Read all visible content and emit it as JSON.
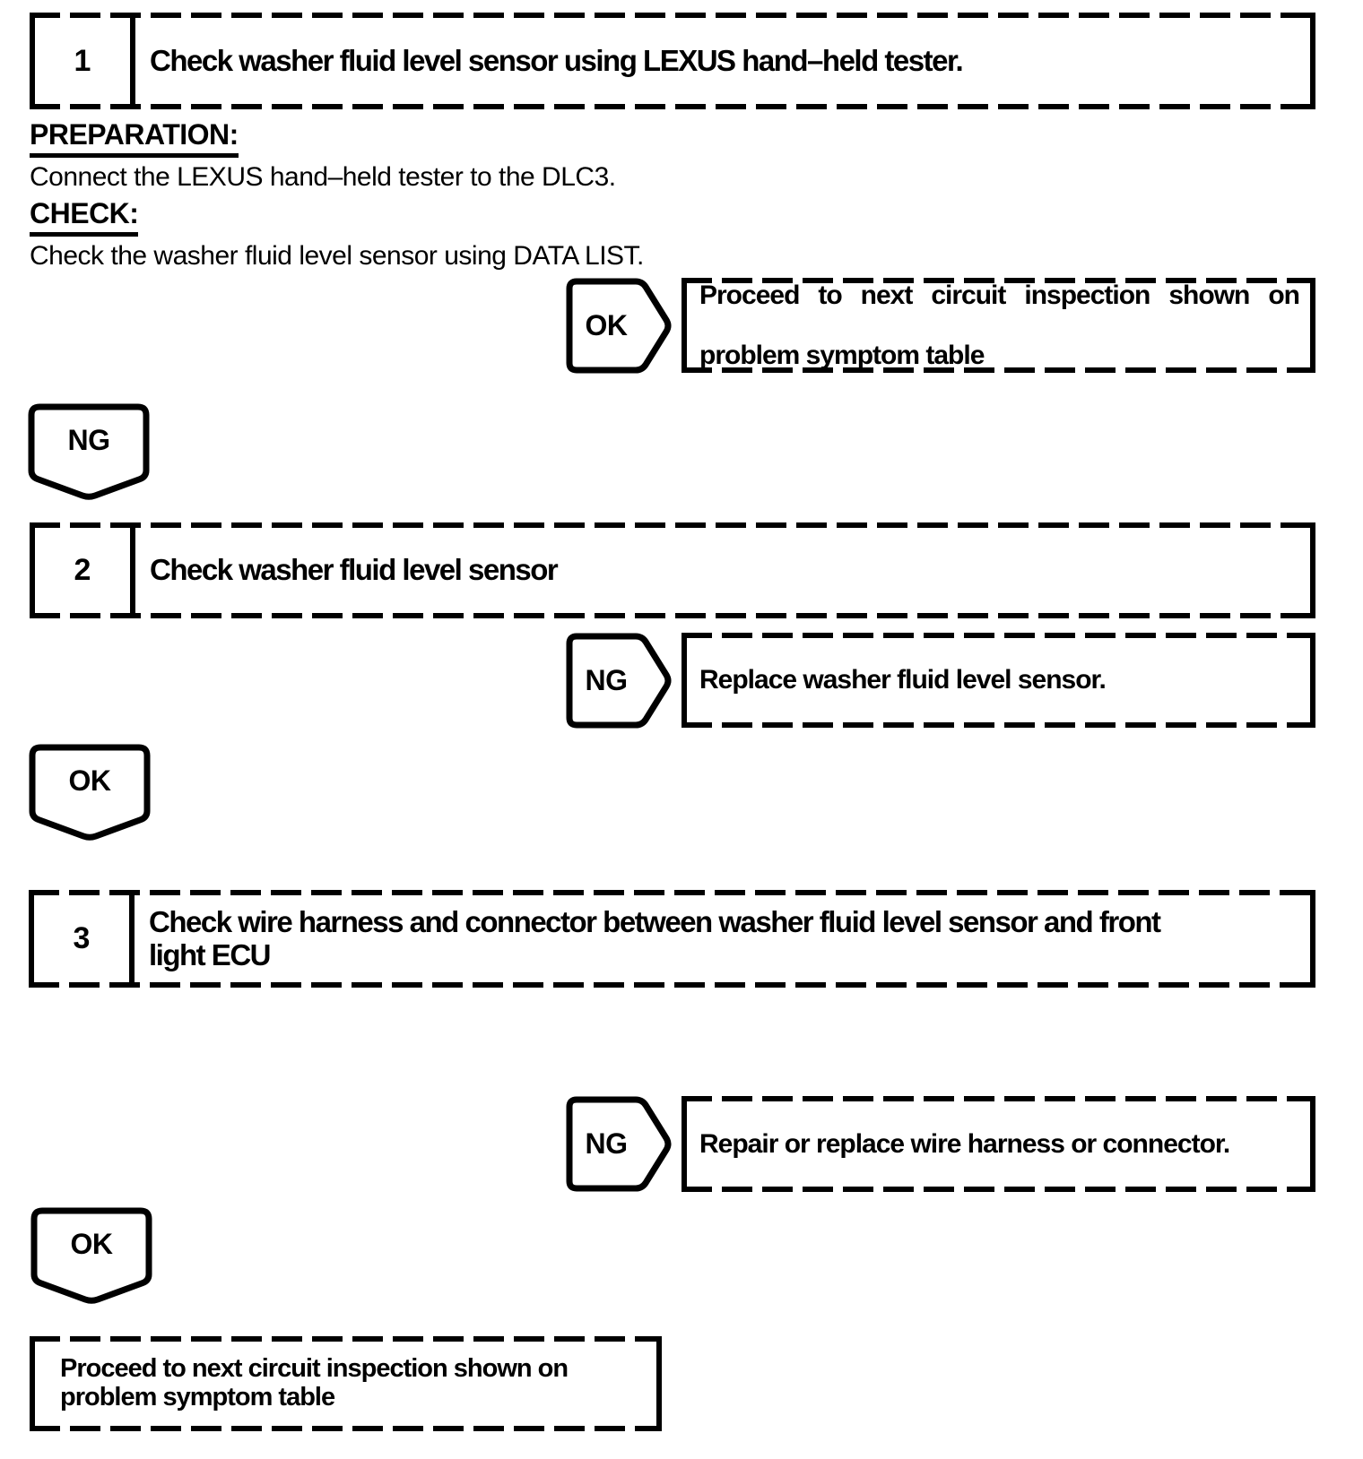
{
  "steps": [
    {
      "number": "1",
      "title": "Check washer fluid level sensor using LEXUS hand–held tester."
    },
    {
      "number": "2",
      "title": "Check washer fluid level sensor"
    },
    {
      "number": "3",
      "title_lines": [
        "Check wire harness and connector between washer fluid level sensor and front",
        "light ECU"
      ]
    }
  ],
  "notes": {
    "preparation_label": "PREPARATION:",
    "preparation_text": "Connect the LEXUS hand–held tester to the DLC3.",
    "check_label": "CHECK:",
    "check_text": "Check the washer fluid level sensor using DATA LIST."
  },
  "branches": [
    {
      "label": "OK",
      "result_line1": "Proceed to next circuit inspection shown on",
      "result_line2": "problem symptom table"
    },
    {
      "label": "NG",
      "result": "Replace washer fluid level sensor."
    },
    {
      "label": "NG",
      "result": "Repair or replace wire harness or connector."
    }
  ],
  "connectors": [
    {
      "label": "NG"
    },
    {
      "label": "OK"
    },
    {
      "label": "OK"
    }
  ],
  "terminal": {
    "line1": "Proceed to next circuit inspection shown on",
    "line2": "problem symptom table"
  }
}
